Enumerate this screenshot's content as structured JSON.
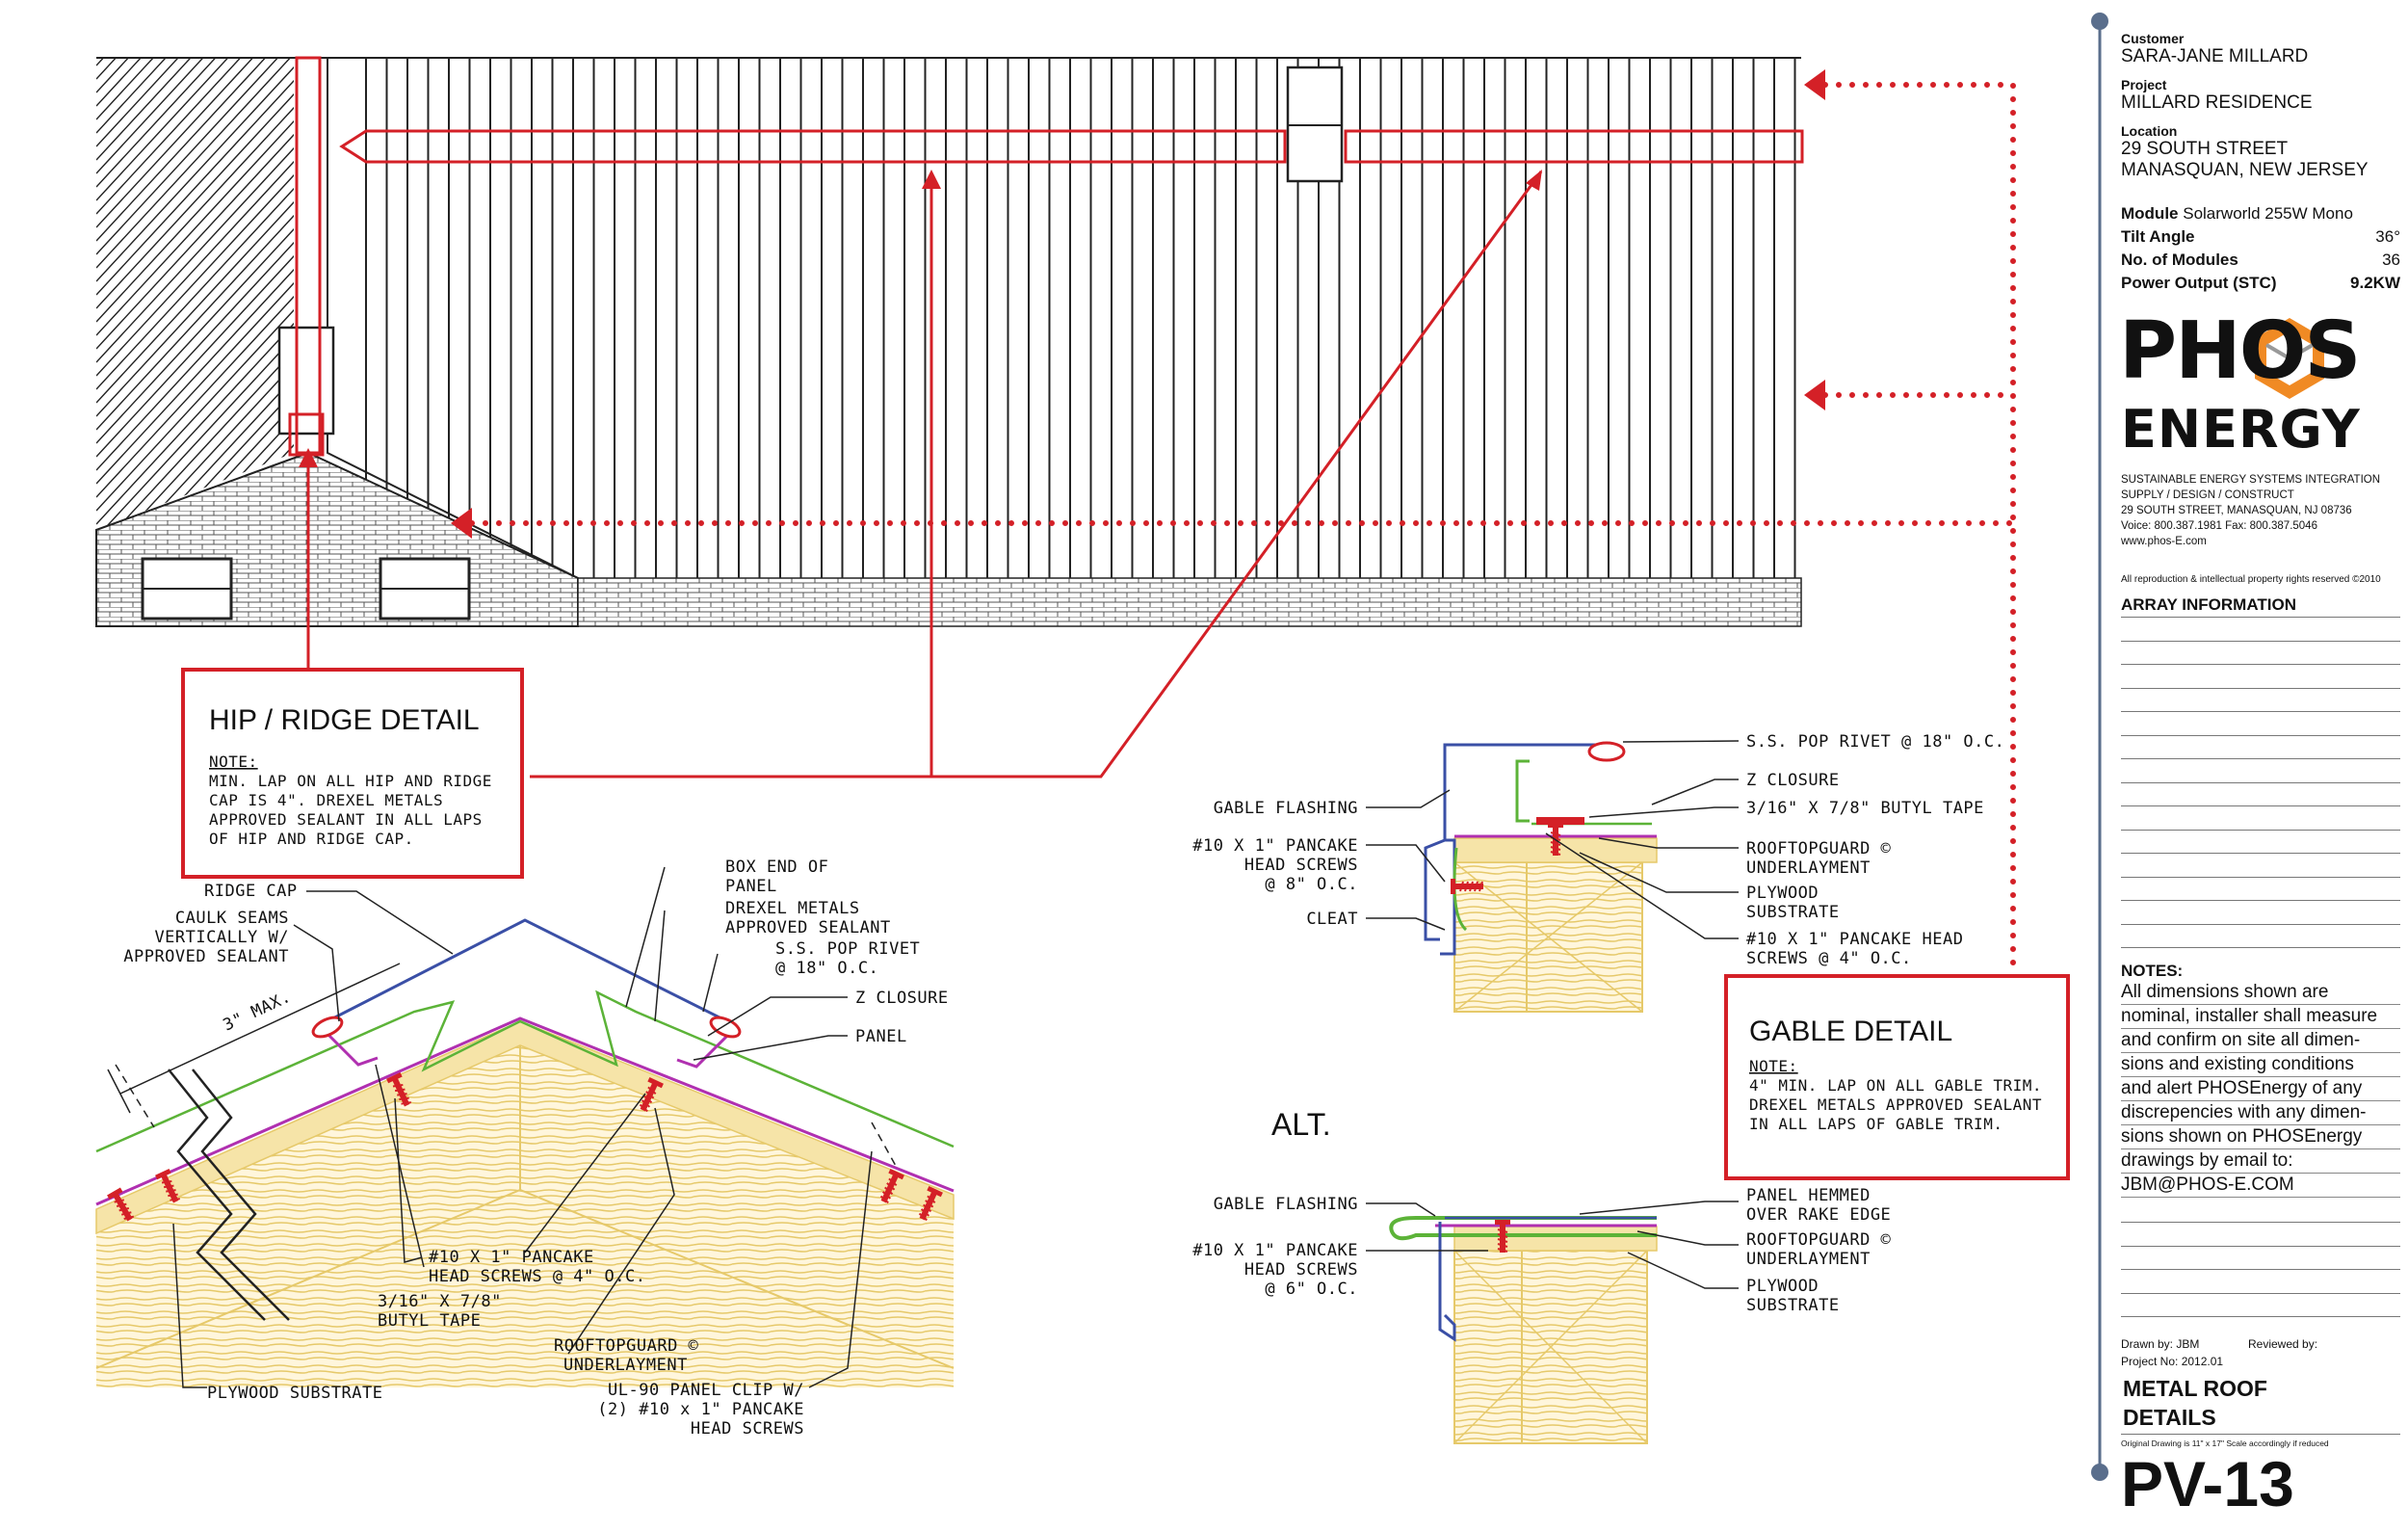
{
  "drawing": {
    "hip_ridge": {
      "title": "HIP / RIDGE DETAIL",
      "note_heading": "NOTE:",
      "note_lines": [
        "MIN. LAP ON ALL HIP AND RIDGE",
        "CAP IS 4\". DREXEL METALS",
        "APPROVED SEALANT IN ALL LAPS",
        "OF HIP AND RIDGE CAP."
      ]
    },
    "gable": {
      "title": "GABLE DETAIL",
      "note_heading": "NOTE:",
      "note_lines": [
        "4\" MIN. LAP ON ALL GABLE TRIM.",
        "DREXEL METALS APPROVED SEALANT",
        "IN ALL LAPS OF GABLE TRIM."
      ]
    },
    "alt_label": "ALT.",
    "ridge_labels": {
      "ridge_cap": "RIDGE CAP",
      "caulk": [
        "CAULK SEAMS",
        "VERTICALLY W/",
        "APPROVED SEALANT"
      ],
      "box_end": [
        "BOX END OF",
        "PANEL"
      ],
      "drexel": [
        "DREXEL METALS",
        "APPROVED SEALANT"
      ],
      "pop_rivet": [
        "S.S. POP RIVET",
        "@ 18\" O.C."
      ],
      "z_closure": "Z CLOSURE",
      "panel": "PANEL",
      "three_max": "3\" MAX.",
      "screws": [
        "#10 X 1\" PANCAKE",
        "HEAD SCREWS @ 4\" O.C."
      ],
      "butyl": [
        "3/16\" X 7/8\"",
        "BUTYL TAPE"
      ],
      "rooftopguard": [
        "ROOFTOPGUARD ©",
        "UNDERLAYMENT"
      ],
      "clip": [
        "UL-90 PANEL CLIP W/",
        "(2) #10 x 1\" PANCAKE",
        "HEAD SCREWS"
      ],
      "plywood": "PLYWOOD SUBSTRATE"
    },
    "gable_labels": {
      "pop_rivet": "S.S. POP RIVET @ 18\" O.C.",
      "z_closure": "Z CLOSURE",
      "butyl": "3/16\" X 7/8\" BUTYL TAPE",
      "gable_flashing": "GABLE FLASHING",
      "screws8": [
        "#10 X 1\" PANCAKE",
        "HEAD SCREWS",
        "@ 8\" O.C."
      ],
      "cleat": "CLEAT",
      "rooftopguard": [
        "ROOFTOPGUARD ©",
        "UNDERLAYMENT"
      ],
      "plywood": [
        "PLYWOOD",
        "SUBSTRATE"
      ],
      "screws4": [
        "#10 X 1\" PANCAKE HEAD",
        "SCREWS @ 4\" O.C."
      ]
    },
    "alt_labels": {
      "gable_flashing": "GABLE FLASHING",
      "screws6": [
        "#10 X 1\" PANCAKE",
        "HEAD SCREWS",
        "@ 6\" O.C."
      ],
      "hemmed": [
        "PANEL HEMMED",
        "OVER RAKE EDGE"
      ],
      "rooftopguard": [
        "ROOFTOPGUARD ©",
        "UNDERLAYMENT"
      ],
      "plywood": [
        "PLYWOOD",
        "SUBSTRATE"
      ]
    }
  },
  "title_block": {
    "customer_label": "Customer",
    "customer": "SARA-JANE MILLARD",
    "project_label": "Project",
    "project": "MILLARD RESIDENCE",
    "location_label": "Location",
    "location_1": "29 SOUTH STREET",
    "location_2": "MANASQUAN, NEW JERSEY",
    "module_label": "Module",
    "module": "Solarworld 255W Mono",
    "tilt_label": "Tilt Angle",
    "tilt": "36°",
    "modules_label": "No. of Modules",
    "modules": "36",
    "power_label": "Power Output (STC)",
    "power": "9.2KW",
    "logo_1": "PHOS",
    "logo_2": "ENERGY",
    "company_lines": [
      "SUSTAINABLE ENERGY SYSTEMS INTEGRATION",
      "SUPPLY / DESIGN / CONSTRUCT",
      "29 SOUTH STREET, MANASQUAN, NJ 08736",
      "Voice: 800.387.1981  Fax: 800.387.5046",
      "www.phos-E.com"
    ],
    "rights": "All reproduction & intellectual property rights reserved ©2010",
    "array_info": "ARRAY INFORMATION",
    "notes_heading": "NOTES:",
    "notes_lines": [
      "All dimensions shown are",
      "nominal, installer shall measure",
      "and confirm on site all dimen-",
      "sions and existing conditions",
      "and alert PHOSEnergy of any",
      "discrepencies with any dimen-",
      "sions shown on PHOSEnergy",
      "drawings by email to:",
      "JBM@PHOS-E.COM"
    ],
    "drawn_by": "Drawn by: JBM",
    "reviewed_by": "Reviewed by:",
    "project_no": "Project No: 2012.01",
    "sheet_title_1": "METAL ROOF",
    "sheet_title_2": "DETAILS",
    "scale_note": "Original Drawing is 11\" x 17\"  Scale accordingly if reduced",
    "sheet_no": "PV-13"
  },
  "colors": {
    "red": "#d42027",
    "blue": "#3a4fa6",
    "purple": "#b030b0",
    "green": "#5cb338",
    "wood": "#e6c96a",
    "orange": "#f08a24"
  }
}
